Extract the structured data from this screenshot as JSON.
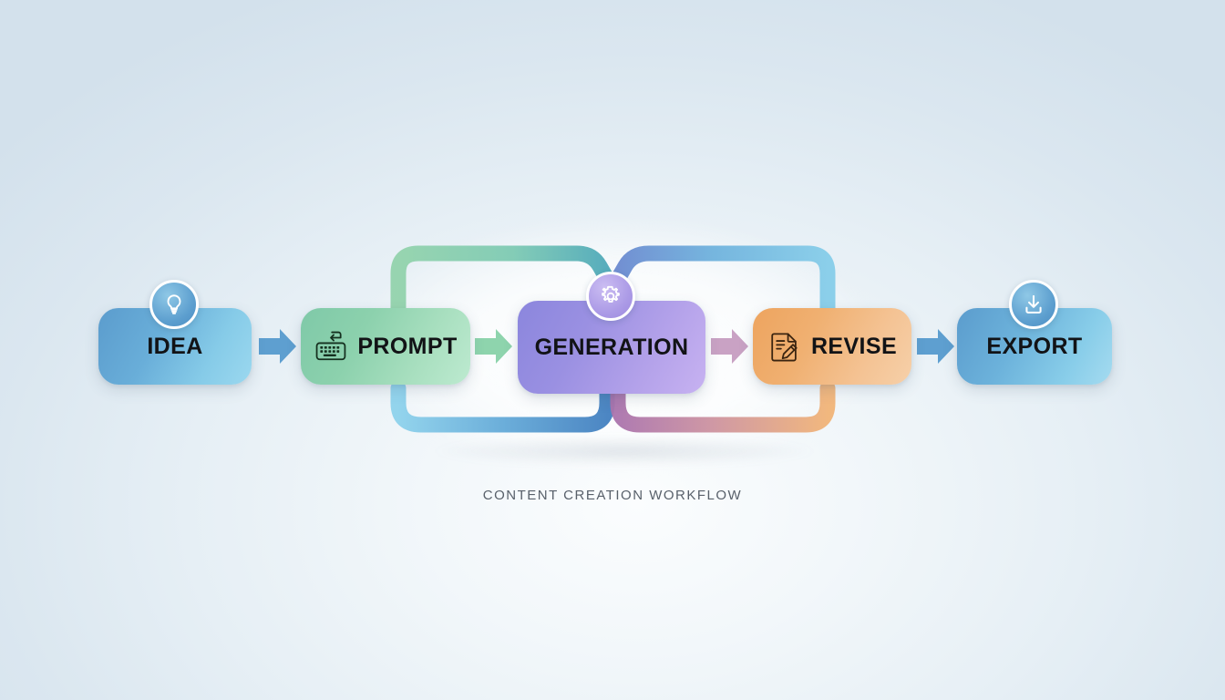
{
  "diagram": {
    "caption": "CONTENT CREATION WORKFLOW",
    "background_color": "#e3eef5",
    "steps": [
      {
        "id": "idea",
        "label": "IDEA",
        "icon": "lightbulb-icon",
        "icon_placement": "badge-above",
        "fill_from": "#5b9ccd",
        "fill_to": "#9bd8ef"
      },
      {
        "id": "prompt",
        "label": "PROMPT",
        "icon": "keyboard-icon",
        "icon_placement": "inline-left",
        "fill_from": "#7fc9a8",
        "fill_to": "#bdead0"
      },
      {
        "id": "generation",
        "label": "GENERATION",
        "icon": "gear-icon",
        "icon_placement": "badge-above",
        "fill_from": "#8b86dd",
        "fill_to": "#c7b2f1"
      },
      {
        "id": "revise",
        "label": "REVISE",
        "icon": "document-pencil-icon",
        "icon_placement": "inline-left",
        "fill_from": "#eda45f",
        "fill_to": "#f6d0a9"
      },
      {
        "id": "export",
        "label": "EXPORT",
        "icon": "download-icon",
        "icon_placement": "badge-above",
        "fill_from": "#5b9ccd",
        "fill_to": "#a5dbf0"
      }
    ],
    "arrows": [
      {
        "id": "idea-to-prompt",
        "from": "idea",
        "to": "prompt",
        "color": "#5e9fd0"
      },
      {
        "id": "prompt-to-generation",
        "from": "prompt",
        "to": "generation",
        "color": "#8ed4ad"
      },
      {
        "id": "generation-to-revise",
        "from": "generation",
        "to": "revise",
        "color": "#c9a2c4"
      },
      {
        "id": "revise-to-export",
        "from": "revise",
        "to": "export",
        "color": "#5e9fd0"
      }
    ],
    "loops": [
      {
        "id": "prompt-over-to-generation",
        "position": "top",
        "from": "prompt",
        "to": "generation",
        "color_from": "#8ed0a9",
        "color_to": "#57b0b6"
      },
      {
        "id": "generation-over-to-revise",
        "position": "top",
        "from": "generation",
        "to": "revise",
        "color_from": "#6f8fd0",
        "color_to": "#7cc6e4"
      },
      {
        "id": "generation-back-to-prompt",
        "position": "bottom",
        "from": "generation",
        "to": "prompt",
        "color_from": "#4a86c4",
        "color_to": "#86cce8"
      },
      {
        "id": "revise-back-to-generation",
        "position": "bottom",
        "from": "revise",
        "to": "generation",
        "color_from": "#b07ab0",
        "color_to": "#f0b276"
      }
    ]
  }
}
